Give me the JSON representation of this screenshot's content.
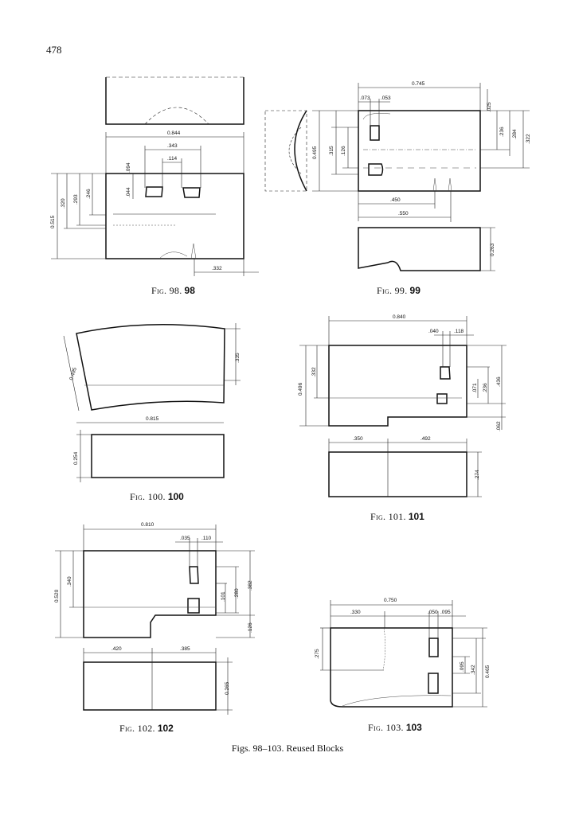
{
  "page_number": "478",
  "caption": "Figs. 98–103. Reused Blocks",
  "figures": [
    {
      "id": "98",
      "caption_label": "Fig. 98.",
      "caption_number": "98",
      "dims": {
        "width_top": "0.844",
        "span_a": ".343",
        "span_b": ".114",
        "h_a": ".094",
        "h_b": ".044",
        "left_1": "0.515",
        "left_2": ".320",
        "left_3": ".293",
        "left_4": ".246",
        "bottom": ".332"
      }
    },
    {
      "id": "99",
      "caption_label": "Fig. 99.",
      "caption_number": "99",
      "dims": {
        "width_top": "0.745",
        "top_a": ".073",
        "top_b": ".053",
        "right_a": ".025",
        "right_b": ".236",
        "right_c": ".284",
        "right_d": ".322",
        "left_a": "0.495",
        "left_b": ".315",
        "left_c": ".126",
        "bottom_a": ".450",
        "bottom_b": ".550",
        "lower_h": "0.263"
      }
    },
    {
      "id": "100",
      "caption_label": "Fig. 100.",
      "caption_number": "100",
      "dims": {
        "left": "0.495",
        "right": ".335",
        "width": "0.815",
        "lower_h": "0.254"
      }
    },
    {
      "id": "101",
      "caption_label": "Fig. 101.",
      "caption_number": "101",
      "dims": {
        "width_top": "0.840",
        "top_a": ".040",
        "top_b": ".118",
        "left_a": "0.496",
        "left_b": ".332",
        "right_a": ".071",
        "right_b": ".236",
        "right_c": ".436",
        "right_d": ".062",
        "lower_a": ".350",
        "lower_b": ".492",
        "lower_h": ".274"
      }
    },
    {
      "id": "102",
      "caption_label": "Fig. 102.",
      "caption_number": "102",
      "dims": {
        "width_top": "0.810",
        "top_a": ".035",
        "top_b": ".110",
        "left_a": "0.520",
        "left_b": ".340",
        "right_a": ".101",
        "right_b": ".280",
        "right_c": ".382",
        "right_d": ".126",
        "lower_a": ".420",
        "lower_b": ".385",
        "lower_h": "0.265"
      }
    },
    {
      "id": "103",
      "caption_label": "Fig. 103.",
      "caption_number": "103",
      "dims": {
        "width_top": "0.750",
        "top_a": ".330",
        "top_b": ".050",
        "top_c": ".095",
        "left": ".275",
        "right_a": ".095",
        "right_b": ".342",
        "right_c": "0.465"
      }
    }
  ]
}
